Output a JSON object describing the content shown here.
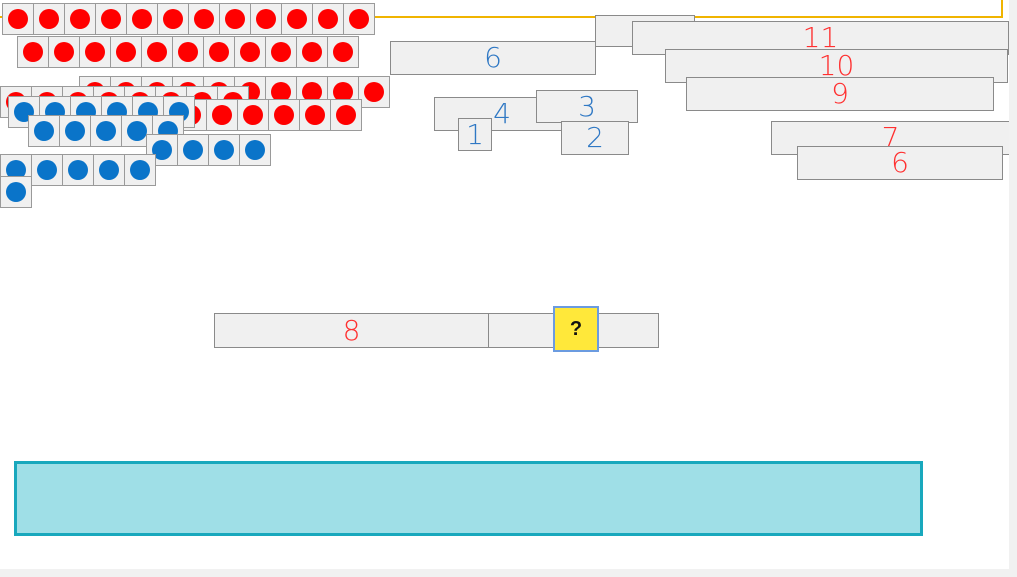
{
  "colors": {
    "red_dot": "#ff0000",
    "blue_dot": "#0a74c9",
    "red_text": "#ff3030",
    "blue_text": "#2f78c4",
    "question_bg": "#ffe83a",
    "answer_bg": "#9fdfe7",
    "answer_border": "#18a8bd"
  },
  "number_rods": {
    "blue_six": "6",
    "blue_four": "4",
    "blue_three": "3",
    "blue_one": "1",
    "blue_two": "2",
    "red_eleven": "11",
    "red_ten": "10",
    "red_nine": "9",
    "red_seven": "7",
    "red_six": "6"
  },
  "problem": {
    "known_part": "8",
    "unknown_label": "?"
  },
  "dot_strips": {
    "red_strips": [
      12,
      11,
      10,
      8,
      6
    ],
    "blue_strips": [
      6,
      5,
      4,
      5,
      1
    ]
  },
  "answer_area": {
    "value": ""
  }
}
